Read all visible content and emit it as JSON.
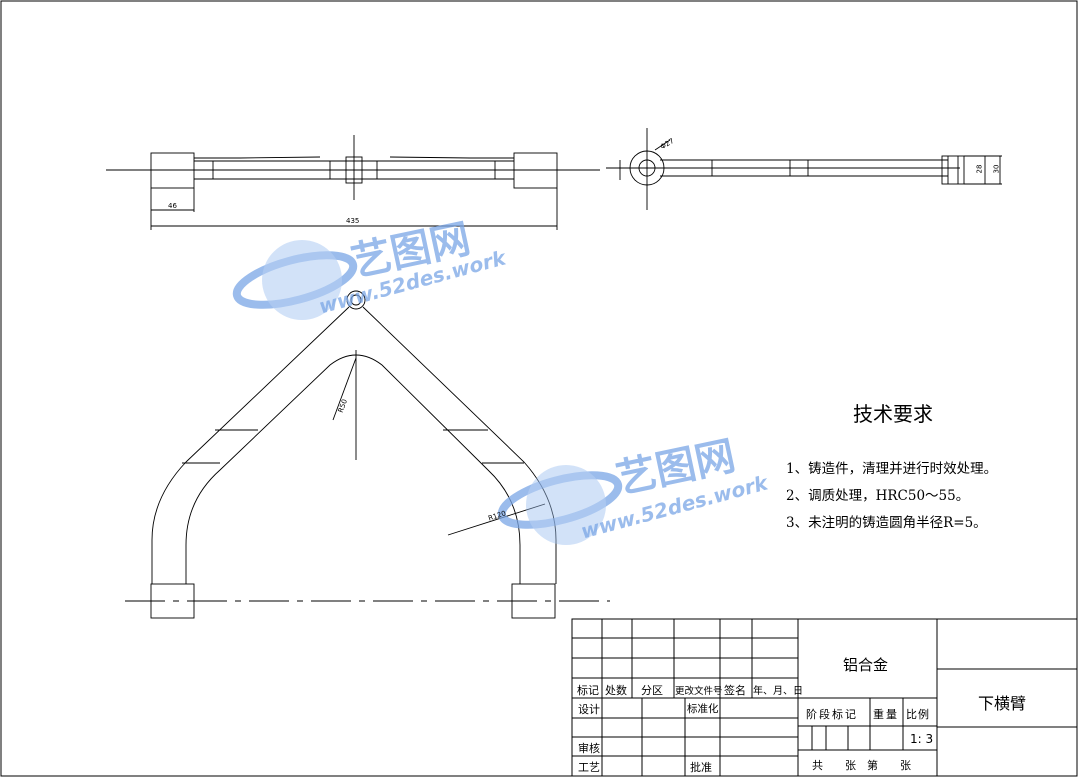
{
  "technical_requirements": {
    "title": "技术要求",
    "items": [
      "1、铸造件，清理并进行时效处理。",
      "2、调质处理，HRC50～55。",
      "3、未注明的铸造圆角半径R=5。"
    ]
  },
  "title_block": {
    "material": "铝合金",
    "part_name": "下横臂",
    "revision_headers": [
      "标记",
      "处数",
      "分区",
      "更改文件号",
      "签名",
      "年、月、日"
    ],
    "roles": {
      "design": "设计",
      "standardization": "标准化",
      "review": "审核",
      "process": "工艺",
      "approve": "批准"
    },
    "stage_label": "阶段标记",
    "weight_label": "重量",
    "scale_label": "比例",
    "scale_value": "1: 3",
    "sheets_label": "共　　张　第　　张"
  },
  "dimensions": {
    "arm_length": "435",
    "end_width": "46",
    "hole_dia": "Φ27",
    "end_height_a": "28",
    "end_height_b": "30",
    "inner_radius": "R50",
    "bend_radius": "R120"
  },
  "watermark": {
    "brand": "艺图网",
    "url": "www.52des.work"
  },
  "colors": {
    "line": "#000000",
    "watermark": "#7aa6e6"
  }
}
